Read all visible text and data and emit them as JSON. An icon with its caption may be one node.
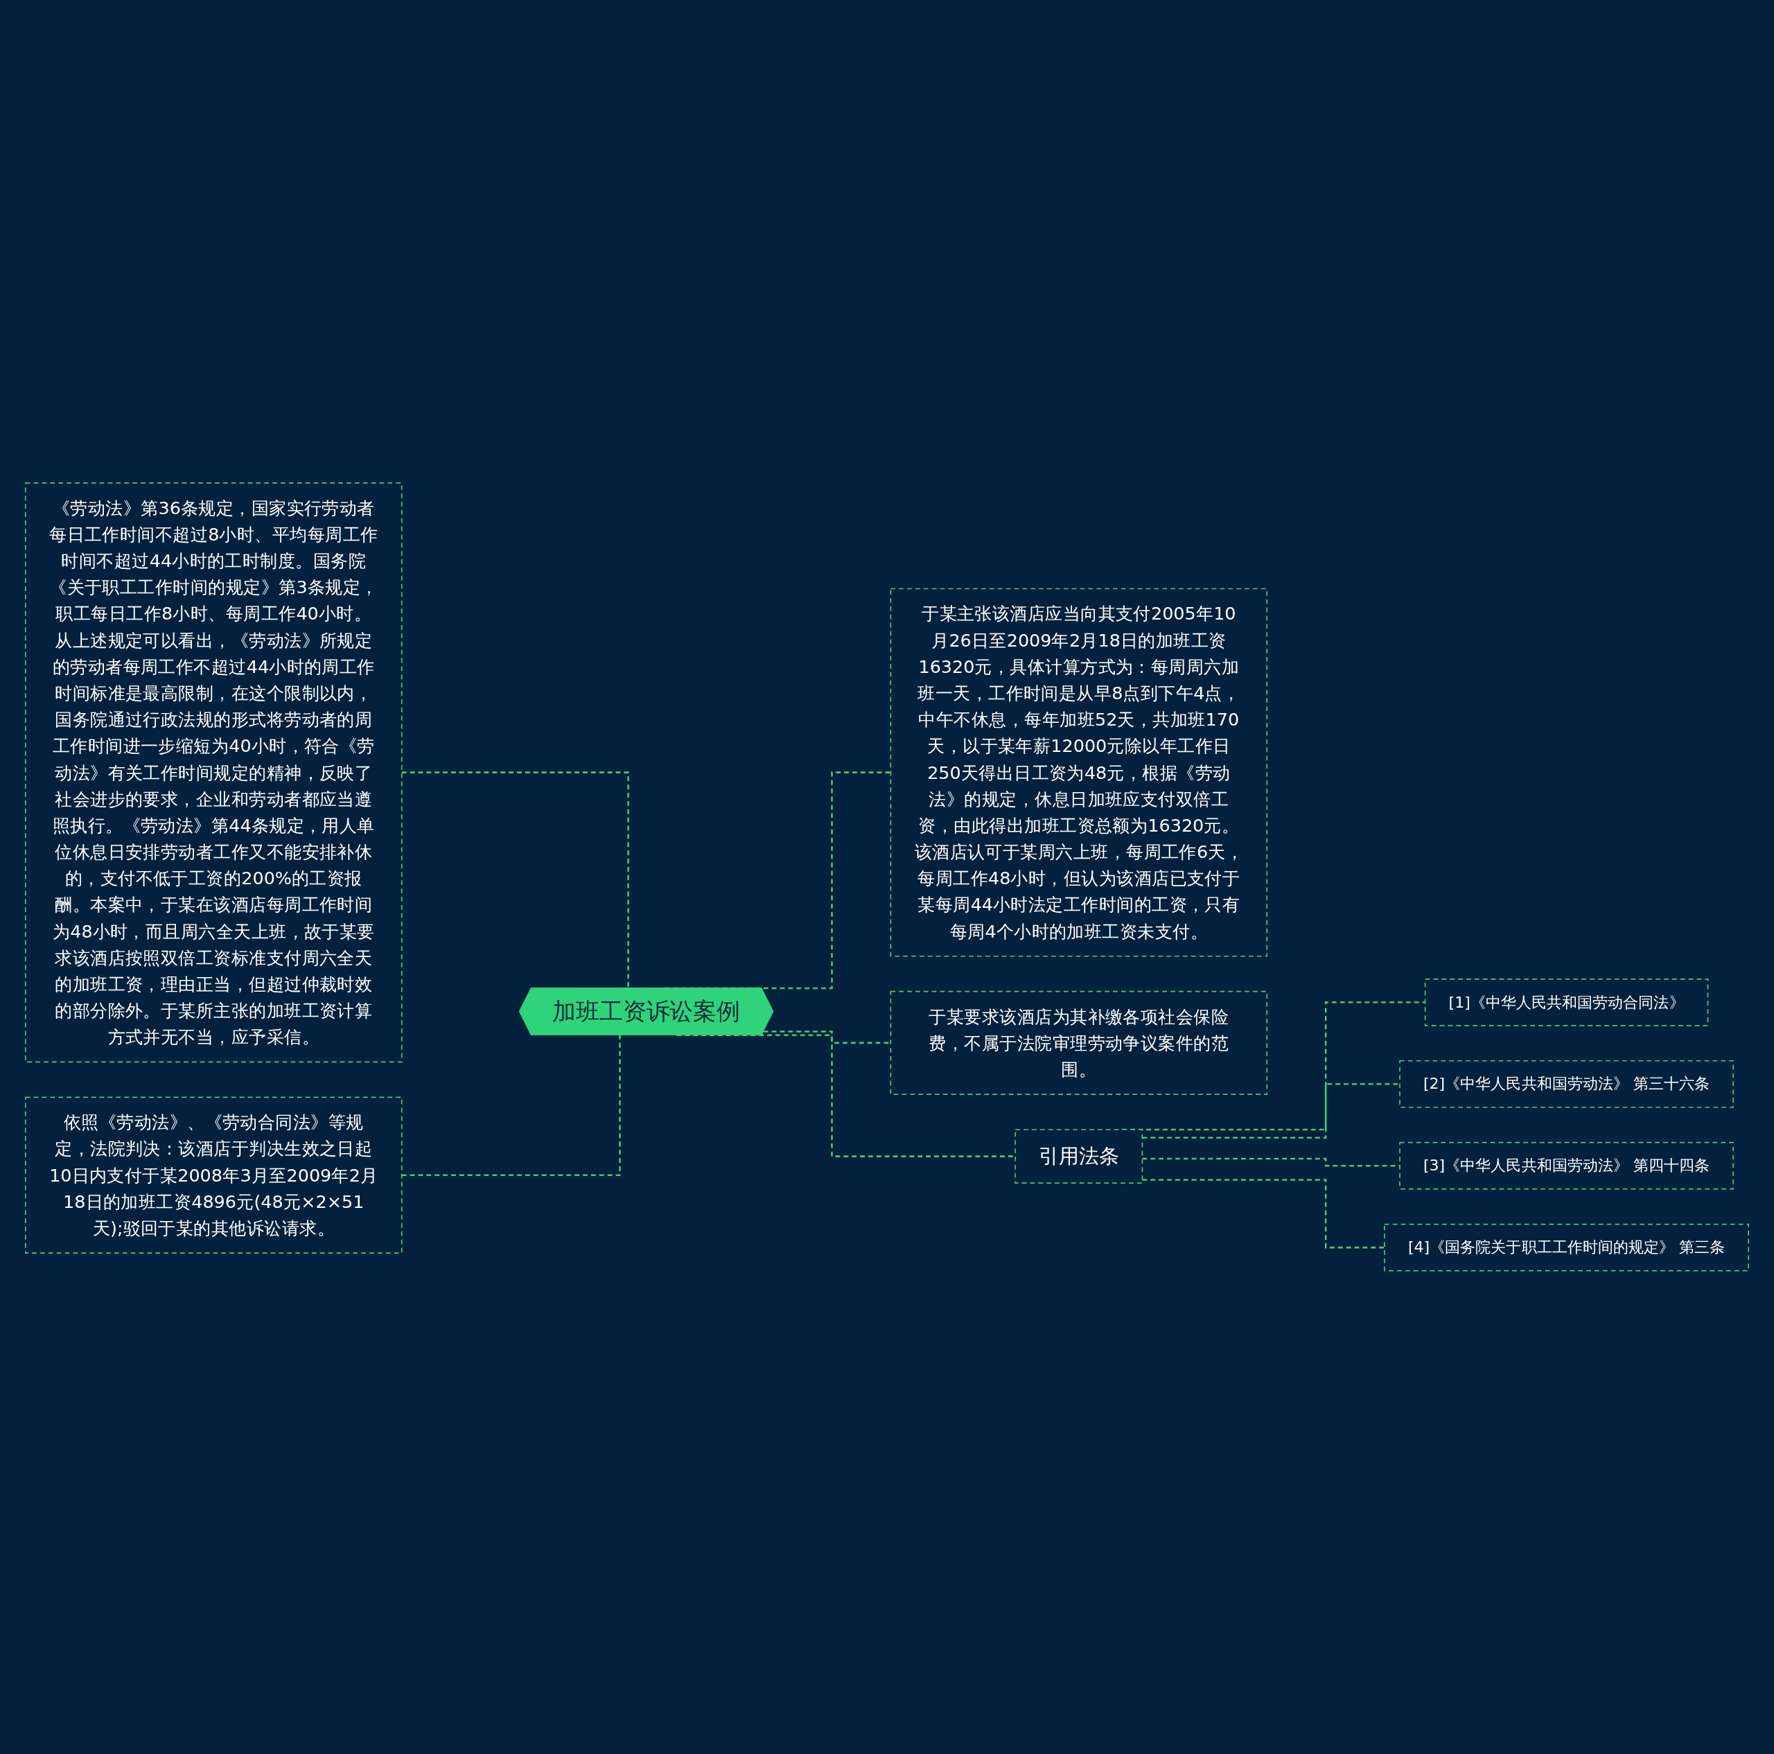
{
  "diagram": {
    "nodes": [
      {
        "text": [
          "加班工资诉讼案例"
        ]
      },
      {
        "text": [
          "《劳动法》第36条规定，国家实行劳动者每日工作时间不超过8小时、平均每周工作时间不超过44小时的工时制度。国务院《关于职工工作时间的规定》第3条规定，职工每日工作8小时、每周工作40小时。从上述规定可以看出，《劳动法》所规定的劳动者每周工作不超过44小时的周工作时间标准是最高限制，在这个限制以内，国务院通过行政法规的形式将劳动者的周工作时间进一步缩短为40小时，符合《劳动法》有关工作时间规定的精神，反映了社会进步的要求，企业和劳动者都应当遵照执行。《劳动法》第44条规定，用人单位休息日安排劳动者工作又不能安排补休的，支付不低于工资的200%的工资报酬。本案中，于某在该酒店每周工作时间为48小时，而且周六全天上班，故于某要求该酒店按照双倍工资标准支付周六全天的加班工资，理由正当，但超过仲裁时效的部分除外。于某所主张的加班工资计算方式并无不当，应予采信。"
        ]
      },
      {
        "text": [
          "依照《劳动法》、《劳动合同法》等规定，法院判决：该酒店于判决生效之日起10日内支付于某2008年3月至2009年2月18日的加班工资4896元(48元×2×51天);驳回于某的其他诉讼请求。"
        ]
      },
      {
        "text": [
          "于某主张该酒店应当向其支付2005年10月26日至2009年2月18日的加班工资16320元，具体计算方式为：每周周六加班一天，工作时间是从早8点到下午4点，中午不休息，每年加班52天，共加班170天，以于某年薪12000元除以年工作日250天得出日工资为48元，根据《劳动法》的规定，休息日加班应支付双倍工资，由此得出加班工资总额为16320元。该酒店认可于某周六上班，每周工作6天，每周工作48小时，但认为该酒店已支付于某每周44小时法定工作时间的工资，只有每周4个小时的加班工资未支付。"
        ]
      },
      {
        "text": [
          "于某要求该酒店为其补缴各项社会保险费，不属于法院审理劳动争议案件的范围。"
        ]
      },
      {
        "text": [
          "引用法条"
        ]
      },
      {
        "text": [
          "[1]《中华人民共和国劳动合同法》"
        ]
      },
      {
        "text": [
          "[2]《中华人民共和国劳动法》 第三十六条"
        ]
      },
      {
        "text": [
          "[3]《中华人民共和国劳动法》 第四十四条"
        ]
      },
      {
        "text": [
          "[4]《国务院关于职工工作时间的规定》 第三条"
        ]
      }
    ],
    "edges": [
      {
        "from": 1,
        "to": 0,
        "arrow": "none",
        "style": "dashed"
      },
      {
        "from": 2,
        "to": 0,
        "arrow": "none",
        "style": "dashed"
      },
      {
        "from": 0,
        "to": 3,
        "arrow": "none",
        "style": "dashed"
      },
      {
        "from": 0,
        "to": 4,
        "arrow": "none",
        "style": "dashed"
      },
      {
        "from": 0,
        "to": 5,
        "arrow": "none",
        "style": "dashed"
      },
      {
        "from": 5,
        "to": 6,
        "arrow": "none",
        "style": "dashed"
      },
      {
        "from": 5,
        "to": 7,
        "arrow": "none",
        "style": "dashed"
      },
      {
        "from": 5,
        "to": 8,
        "arrow": "none",
        "style": "dashed"
      },
      {
        "from": 5,
        "to": 9,
        "arrow": "none",
        "style": "dashed"
      }
    ]
  }
}
